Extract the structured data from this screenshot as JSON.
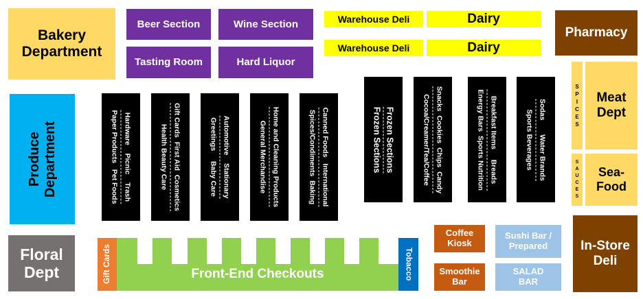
{
  "departments": {
    "bakery": "Bakery Department",
    "produce": "Produce Department",
    "floral": "Floral Dept",
    "pharmacy": "Pharmacy",
    "meat": "Meat Dept",
    "seafood": "Sea-Food",
    "instore_deli": "In-Store Deli"
  },
  "alcohol": {
    "beer": "Beer Section",
    "wine": "Wine Section",
    "tasting": "Tasting Room",
    "liquor": "Hard Liquor"
  },
  "top_strip": {
    "warehouse_deli_1": "Warehouse Deli",
    "dairy_1": "Dairy",
    "warehouse_deli_2": "Warehouse Deli",
    "dairy_2": "Dairy"
  },
  "side_strips": {
    "spices": [
      "S",
      "P",
      "I",
      "C",
      "E",
      "S"
    ],
    "sauces": [
      "S",
      "A",
      "U",
      "C",
      "E",
      "S"
    ]
  },
  "aisles": [
    {
      "left": "Paper Products   Pet Foods",
      "right": "Hardware    Picnic    Trash"
    },
    {
      "left": "Health Beauty Care",
      "right": "Gift Cards  First Aid  Cosmetics"
    },
    {
      "left": "Greetings     Baby Care",
      "right": "Automotive    Stationary"
    },
    {
      "left": "General Merchandise",
      "right": "Home and Cleaning Products"
    },
    {
      "left": "Spices/Condiments  Baking",
      "right": "Canned Foods   International"
    },
    {
      "left": "Frozen Sections",
      "right": "Frozen Sections"
    },
    {
      "left": "Cocoa/Creamer/Tea/Coffee",
      "right": "Snacks  Cookies  Chips  Candy"
    },
    {
      "left": "Energy Bars  Sports Nutrition",
      "right": "Breakfast Items     Breads"
    },
    {
      "left": "Sports Beverages",
      "right": "Sodas       Water Brands"
    }
  ],
  "front": {
    "gift_cards": "Gift Cards",
    "checkouts": "Front-End Checkouts",
    "tobacco": "Tobacco",
    "coffee_kiosk": "Coffee Kiosk",
    "smoothie_bar": "Smoothie Bar",
    "sushi_bar": "Sushi Bar / Prepared",
    "salad_bar": "SALAD BAR"
  },
  "colors": {
    "bakery": "#ffd966",
    "produce": "#00b0f0",
    "floral": "#767171",
    "purple": "#7030a0",
    "yellow": "#ffff00",
    "brown": "#7f4100",
    "checkout_green": "#92d050",
    "gift_orange": "#ed7d31",
    "tobacco_blue": "#0070c0",
    "kiosk_orange": "#c55a11",
    "sushi_blue": "#9dc3e6",
    "aisle_black": "#000000"
  }
}
